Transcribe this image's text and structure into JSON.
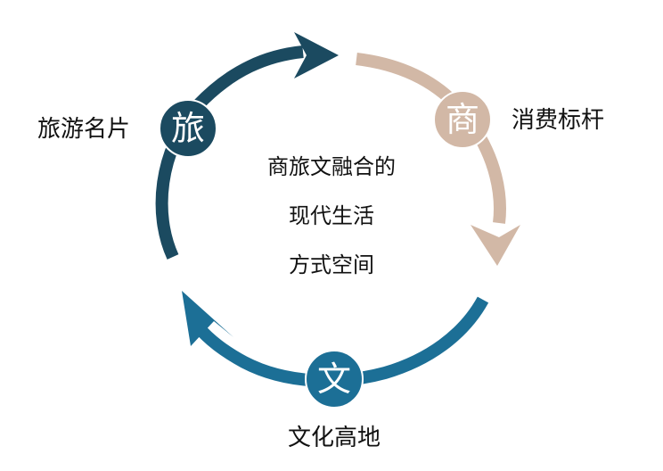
{
  "center": {
    "lines": [
      "商旅文融合的",
      "现代生活",
      "方式空间"
    ]
  },
  "nodes": {
    "travel": {
      "char": "旅",
      "label": "旅游名片",
      "color": "#1b4a60"
    },
    "commerce": {
      "char": "商",
      "label": "消费标杆",
      "color": "#d2b8a6"
    },
    "culture": {
      "char": "文",
      "label": "文化高地",
      "color": "#1c6f96"
    }
  },
  "colors": {
    "arc_travel": "#1b4a60",
    "arc_commerce": "#d2b8a6",
    "arc_culture": "#1c6f96"
  }
}
